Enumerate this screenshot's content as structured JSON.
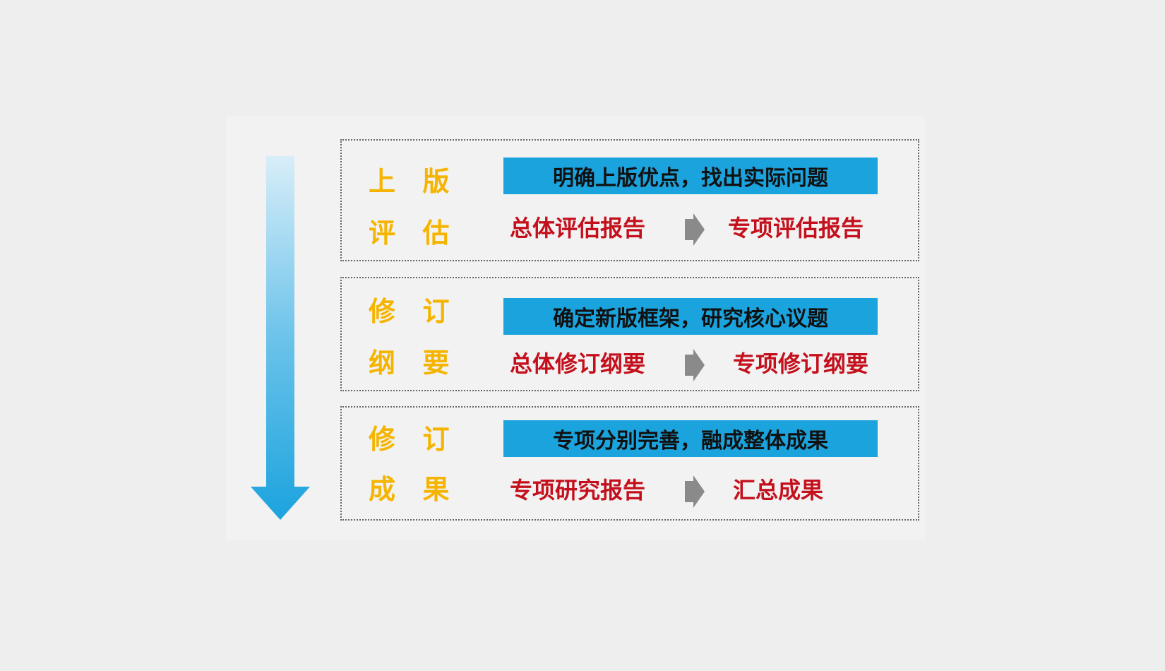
{
  "colors": {
    "arrow": "#1ba3de",
    "label": "#f5b400",
    "bar": "#1ba3de",
    "red": "#c4101c"
  },
  "stages": [
    {
      "label_line1": "上 版",
      "label_line2": "评 估",
      "bar": "明确上版优点，找出实际问题",
      "left": "总体评估报告",
      "right": "专项评估报告"
    },
    {
      "label_line1": "修 订",
      "label_line2": "纲 要",
      "bar": "确定新版框架，研究核心议题",
      "left": "总体修订纲要",
      "right": "专项修订纲要"
    },
    {
      "label_line1": "修 订",
      "label_line2": "成 果",
      "bar": "专项分别完善，融成整体成果",
      "left": "专项研究报告",
      "right": "汇总成果"
    }
  ]
}
